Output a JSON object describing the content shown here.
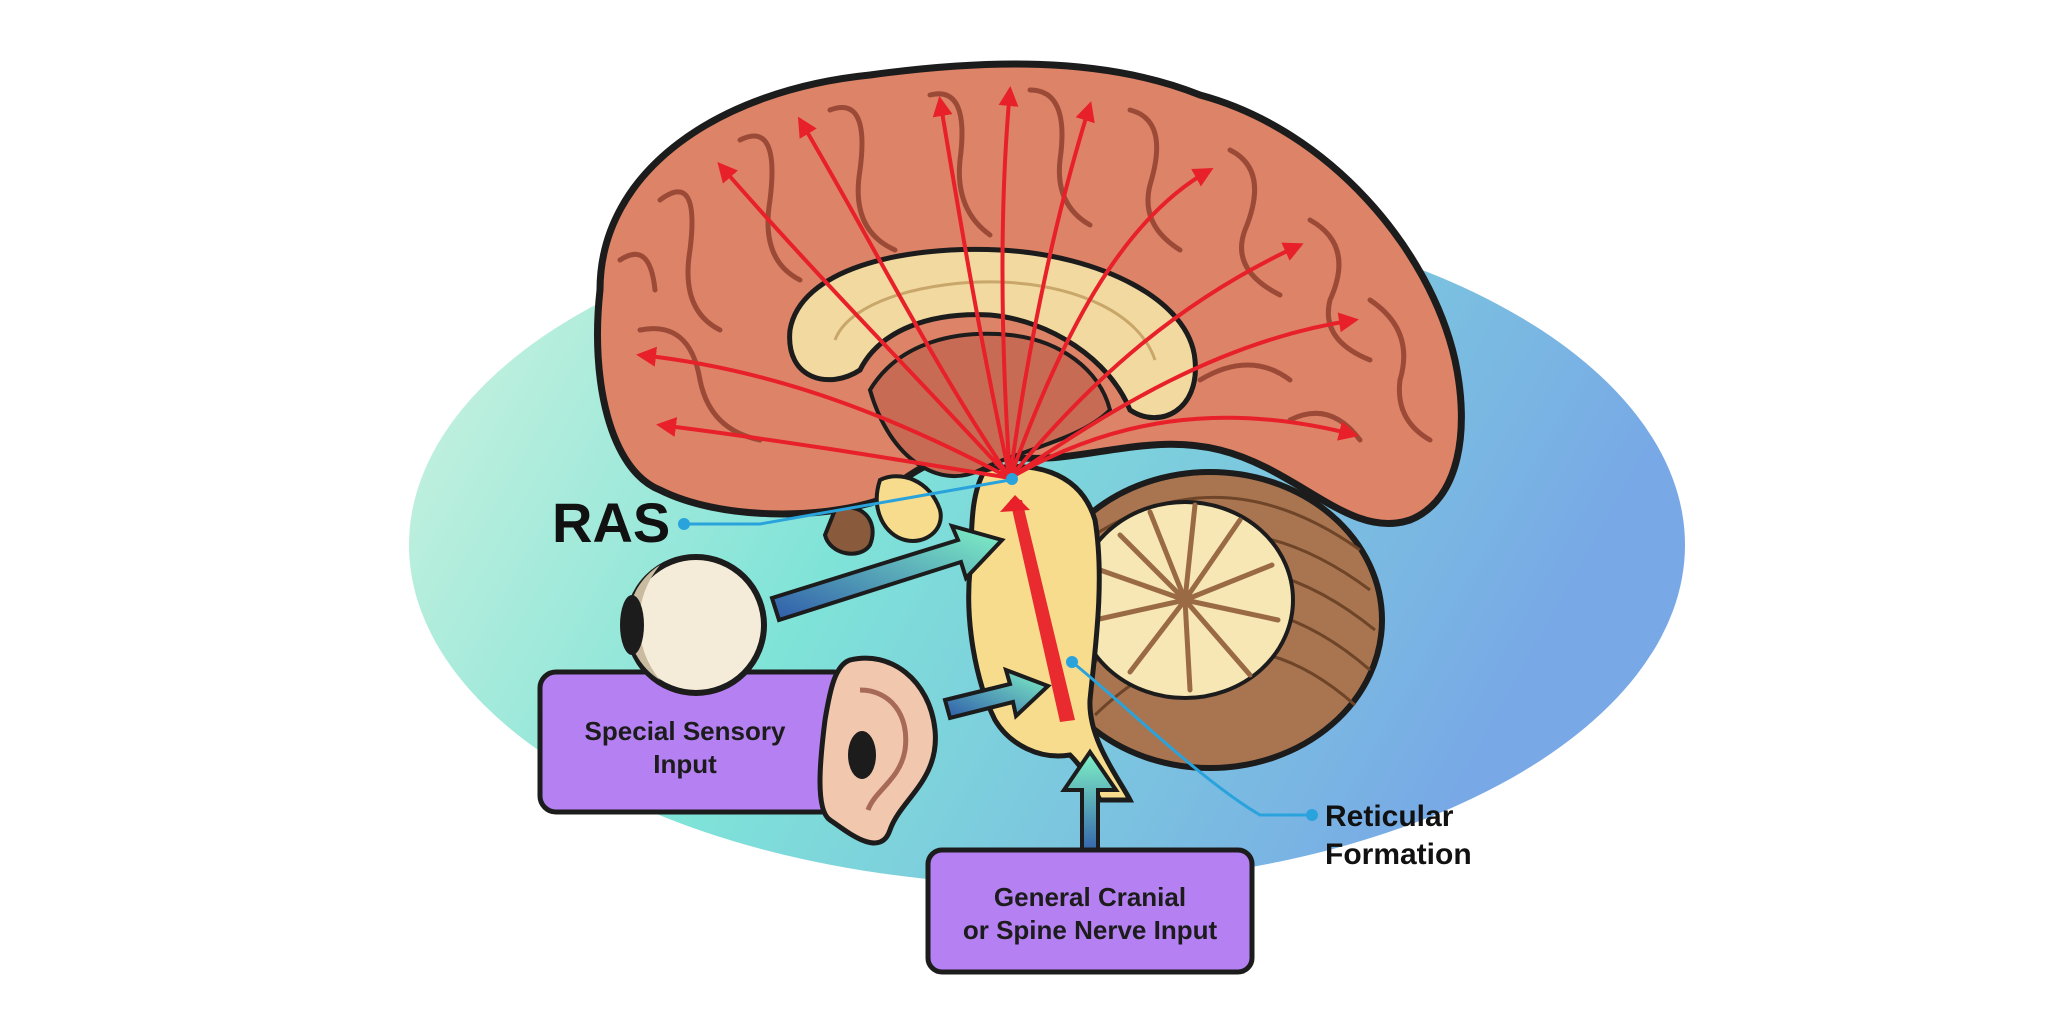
{
  "labels": {
    "ras": "RAS",
    "special_sensory": [
      "Special Sensory",
      "Input"
    ],
    "general_input": [
      "General Cranial",
      "or Spine Nerve Input"
    ],
    "reticular": [
      "Reticular",
      "Formation"
    ]
  },
  "colors": {
    "background_ellipse_left": "#cdf2de",
    "background_ellipse_mid": "#7fe3d8",
    "background_ellipse_right": "#79a9e6",
    "cortex": "#de8468",
    "cortex_dark": "#b45a45",
    "corpus_callosum": "#f1d9a0",
    "brainstem": "#f8dc8e",
    "cerebellum": "#b5815a",
    "cerebellum_white": "#f6e7b4",
    "projection_arrows": "#e8202a",
    "leader_lines": "#2aa3dd",
    "label_box": "#b580f2",
    "input_arrow_start": "#2e5fae",
    "input_arrow_end": "#7ef0c8"
  },
  "icons": [
    "brain-illustration",
    "eye-icon",
    "ear-icon"
  ]
}
